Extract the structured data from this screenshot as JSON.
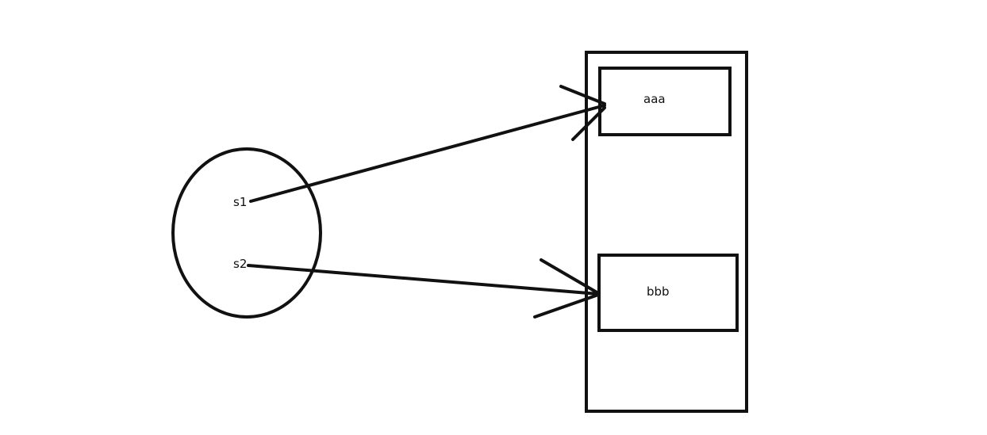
{
  "diagram": {
    "variables": {
      "s1": "s1",
      "s2": "s2"
    },
    "values": {
      "first": "aaa",
      "second": "bbb"
    },
    "edges": [
      {
        "from": "s1",
        "to": "aaa"
      },
      {
        "from": "s2",
        "to": "bbb"
      }
    ],
    "colors": {
      "stroke": "#111111",
      "background": "#ffffff"
    }
  }
}
